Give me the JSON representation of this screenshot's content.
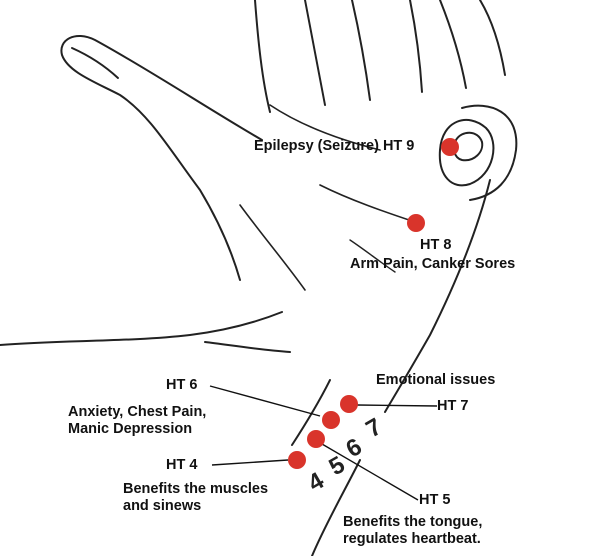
{
  "colors": {
    "point": "#d9342b",
    "ink": "#111111",
    "sketch": "#222222"
  },
  "points": [
    {
      "id": "ht9",
      "code": "HT 9",
      "benefit": "Epilepsy (Seizure)"
    },
    {
      "id": "ht8",
      "code": "HT 8",
      "benefit": "Arm Pain, Canker Sores"
    },
    {
      "id": "ht7",
      "code": "HT 7",
      "benefit": "Emotional issues"
    },
    {
      "id": "ht6",
      "code": "HT 6",
      "benefit_lines": [
        "Anxiety, Chest Pain,",
        "Manic Depression"
      ]
    },
    {
      "id": "ht5",
      "code": "HT 5",
      "benefit_lines": [
        "Benefits the tongue,",
        "regulates heartbeat."
      ]
    },
    {
      "id": "ht4",
      "code": "HT 4",
      "benefit_lines": [
        "Benefits the muscles",
        "and sinews"
      ]
    }
  ],
  "wrist_numbers": [
    "4",
    "5",
    "6",
    "7"
  ]
}
